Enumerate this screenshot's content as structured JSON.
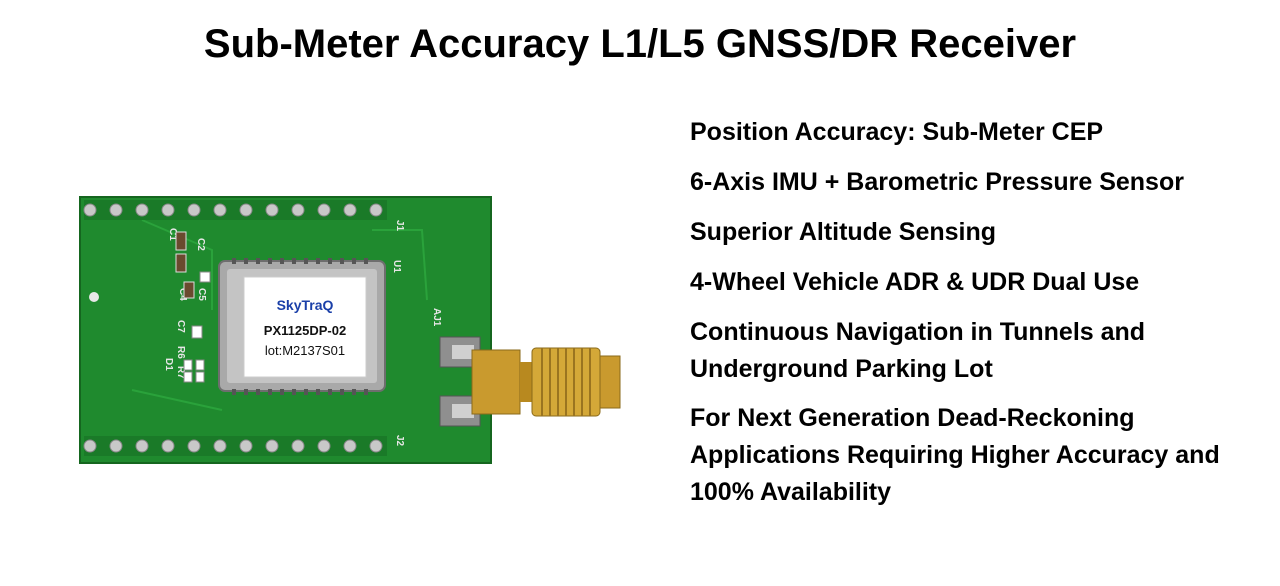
{
  "title": "Sub-Meter Accuracy L1/L5 GNSS/DR Receiver",
  "features": [
    "Position Accuracy: Sub-Meter CEP",
    "6-Axis IMU + Barometric Pressure Sensor",
    "Superior Altitude Sensing",
    "4-Wheel Vehicle ADR & UDR Dual Use",
    "Continuous Navigation in Tunnels and Underground Parking Lot",
    "For Next Generation Dead-Reckoning Applications Requiring Higher Accuracy and 100% Availability"
  ],
  "module": {
    "brand": "SkyTraQ",
    "model": "PX1125DP-02",
    "lot": "lot:M2137S01"
  },
  "board_labels": {
    "j1": "J1",
    "j2": "J2",
    "u1": "U1",
    "aj1": "AJ1",
    "c1": "C1",
    "c2": "C2",
    "c4": "C4",
    "c5": "C5",
    "c7": "C7",
    "d1": "D1",
    "r6": "R6",
    "r7": "R7"
  },
  "colors": {
    "pcb": "#1f8a2e",
    "pcb_dark": "#15661f",
    "gold": "#c99a2e",
    "shield": "#b8b8b8",
    "brand_red": "#d81e1e",
    "brand_blue": "#1a3fa8"
  }
}
